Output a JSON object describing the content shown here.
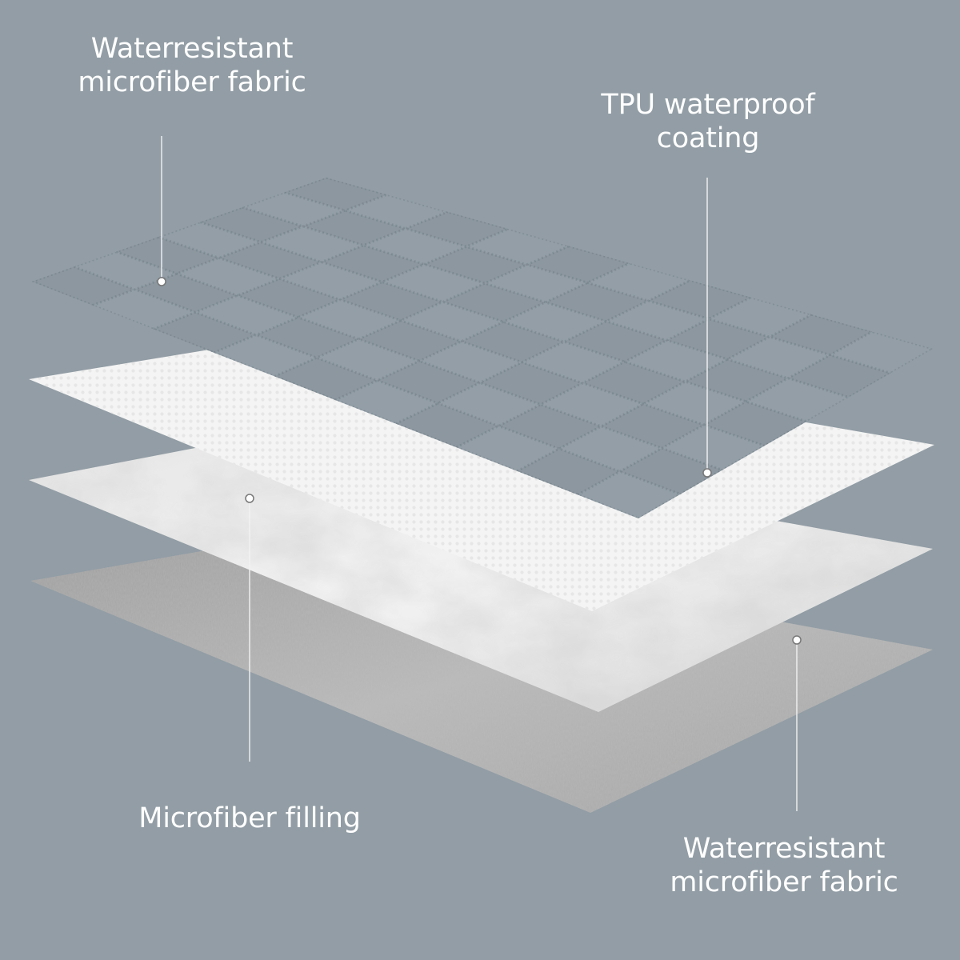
{
  "labels": {
    "top_fabric": {
      "line1": "Waterresistant",
      "line2": "microfiber fabric"
    },
    "tpu_coating": {
      "line1": "TPU waterproof",
      "line2": "coating"
    },
    "filling": {
      "line1": "Microfiber filling"
    },
    "bottom_fabric": {
      "line1": "Waterresistant",
      "line2": "microfiber fabric"
    }
  },
  "colors": {
    "background": "#929da5",
    "quilted_layer": "#8f9ba3",
    "stitch": "#6d7880",
    "tpu_layer": "#f3f3f3",
    "filling_layer": "#d9d9d9",
    "bottom_layer": "#a9a9a9",
    "leader_line": "#f2f2f2"
  }
}
